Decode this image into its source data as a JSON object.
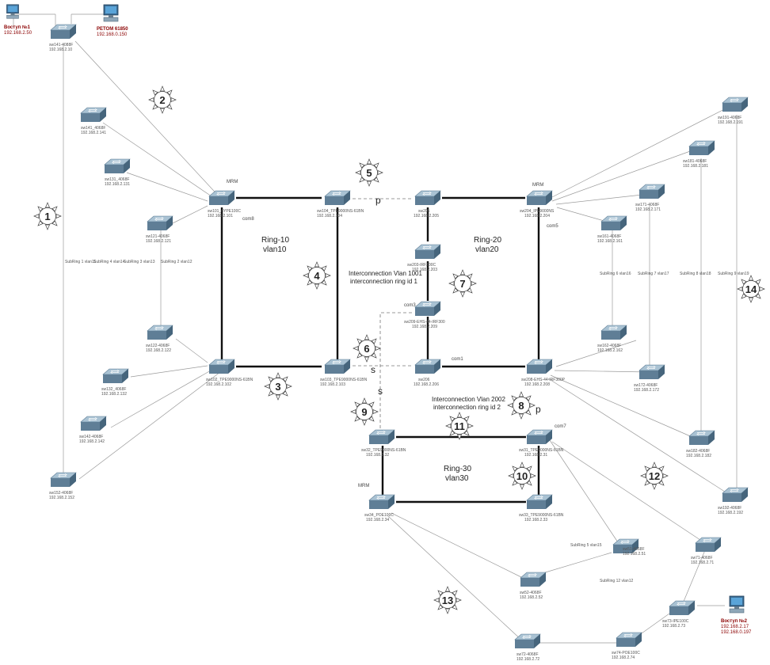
{
  "pcs": [
    {
      "id": "pc1",
      "name": "Воступ №1",
      "ip": "192.168.2.50"
    },
    {
      "id": "pc2",
      "name": "PETOM 61850",
      "ip": "192.168.0.150"
    },
    {
      "id": "pc3",
      "name": "Воступ №2",
      "ip1": "192.168.2.17",
      "ip2": "192.168.0.197"
    }
  ],
  "switches": [
    {
      "id": "s_top",
      "name": "sw141-4088F",
      "ip": "192.168.2.10"
    },
    {
      "id": "s141",
      "name": "sw141_4068F",
      "ip": "192.168.2.141"
    },
    {
      "id": "s131",
      "name": "sw131_4068F",
      "ip": "192.168.2.131"
    },
    {
      "id": "s121",
      "name": "sw121-4068F",
      "ip": "192.168.2.121"
    },
    {
      "id": "s122",
      "name": "sw122-4068F",
      "ip": "192.168.2.122"
    },
    {
      "id": "s132",
      "name": "sw132_4068F",
      "ip": "192.168.2.132"
    },
    {
      "id": "s142",
      "name": "sw142-4068F",
      "ip": "192.168.2.142"
    },
    {
      "id": "s152",
      "name": "sw152-4068F",
      "ip": "192.168.2.152"
    },
    {
      "id": "r10a",
      "name": "sw101_4YPE100C",
      "ip": "192.168.2.101"
    },
    {
      "id": "r10b",
      "name": "sw102_TPE9000NS-61BN",
      "ip": "192.168.2.102"
    },
    {
      "id": "r10c",
      "name": "sw103_TPE9000NS-61BN",
      "ip": "192.168.2.103"
    },
    {
      "id": "r10d",
      "name": "sw104_TPE9000NS-61BN",
      "ip": "192.168.2.104"
    },
    {
      "id": "r20a",
      "name": "sw205",
      "ip": "192.168.2.205"
    },
    {
      "id": "r20b",
      "name": "sw203-IRF300C",
      "ip": "192.168.2.203"
    },
    {
      "id": "r20c",
      "name": "sw206",
      "ip": "192.168.2.206"
    },
    {
      "id": "r20d",
      "name": "sw204_IPE9000NS",
      "ip": "192.168.2.204"
    },
    {
      "id": "ic1",
      "name": "sw209-EHS-44-IRF300",
      "ip": "192.168.2.209"
    },
    {
      "id": "ic2",
      "name": "sw208-EHS-44-IRF300P",
      "ip": "192.168.2.208"
    },
    {
      "id": "s191",
      "name": "sw191-4068F",
      "ip": "192.168.2.191"
    },
    {
      "id": "s181",
      "name": "sw181-4068F",
      "ip": "192.168.2.181"
    },
    {
      "id": "s171",
      "name": "sw171-4068F",
      "ip": "192.168.2.171"
    },
    {
      "id": "s161",
      "name": "sw161-4068F",
      "ip": "192.168.2.161"
    },
    {
      "id": "s162",
      "name": "sw162-4068F",
      "ip": "192.168.2.162"
    },
    {
      "id": "s172",
      "name": "sw172-4068F",
      "ip": "192.168.2.172"
    },
    {
      "id": "s182",
      "name": "sw182-4068F",
      "ip": "192.168.2.182"
    },
    {
      "id": "s192",
      "name": "sw192-4068F",
      "ip": "192.168.2.192"
    },
    {
      "id": "r30a",
      "name": "sw32_TPE9000NS-61BN",
      "ip": "192.168.2.32"
    },
    {
      "id": "r30b",
      "name": "sw31_TPE9000NS-61BN",
      "ip": "192.168.2.31"
    },
    {
      "id": "r30c",
      "name": "sw34_POE100C",
      "ip": "192.168.2.34"
    },
    {
      "id": "r30d",
      "name": "sw33_TPE9000NS-61BN",
      "ip": "192.168.2.33"
    },
    {
      "id": "s51",
      "name": "sw51-4068F",
      "ip": "192.168.2.51"
    },
    {
      "id": "s52",
      "name": "sw52-4068F",
      "ip": "192.168.2.52"
    },
    {
      "id": "s71",
      "name": "sw71-4068F",
      "ip": "192.168.2.71"
    },
    {
      "id": "s72",
      "name": "sw72-4068F",
      "ip": "192.168.2.72"
    },
    {
      "id": "s73",
      "name": "sw73-IPE100C",
      "ip": "192.168.2.73"
    },
    {
      "id": "s74",
      "name": "sw74-POE100C",
      "ip": "192.168.2.74"
    }
  ],
  "rings": [
    {
      "id": "ring10",
      "line1": "Ring-10",
      "line2": "vlan10"
    },
    {
      "id": "ring20",
      "line1": "Ring-20",
      "line2": "vlan20"
    },
    {
      "id": "ring30",
      "line1": "Ring-30",
      "line2": "vlan30"
    }
  ],
  "interconnections": [
    {
      "id": "ic_a",
      "line1": "Interconnection Vlan 1001",
      "line2": "interconnection ring id 1"
    },
    {
      "id": "ic_b",
      "line1": "Interconnection Vlan 2002",
      "line2": "interconnection ring id 2"
    }
  ],
  "labels": {
    "com8": "com8",
    "com5": "com5",
    "com3": "com3",
    "com1": "com1",
    "com7": "com7",
    "mrm_r10": "MRM",
    "mrm_r20": "MRM",
    "mrm_r30": "MRM",
    "p1": "p",
    "s1": "s",
    "s2": "s",
    "p2": "p"
  },
  "subring_labels": [
    "SubRing 1 vlan11",
    "SubRing 4 vlan14",
    "SubRing 3 vlan13",
    "SubRing 2 vlan12",
    "SubRing 6 vlan16",
    "SubRing 7 vlan17",
    "SubRing 8 vlan18",
    "SubRing 9 vlan19",
    "SubRing 5 vlan15",
    "SubRing 12 vlan12"
  ],
  "suns": [
    "1",
    "2",
    "3",
    "4",
    "5",
    "6",
    "7",
    "8",
    "9",
    "10",
    "11",
    "12",
    "13",
    "14"
  ],
  "colors": {
    "switch": "#5f7e96",
    "switch_top": "#a9c2d3",
    "thick_link": "#111111",
    "thin_link": "#9a9a9a",
    "pc_text": "#8b0000"
  }
}
